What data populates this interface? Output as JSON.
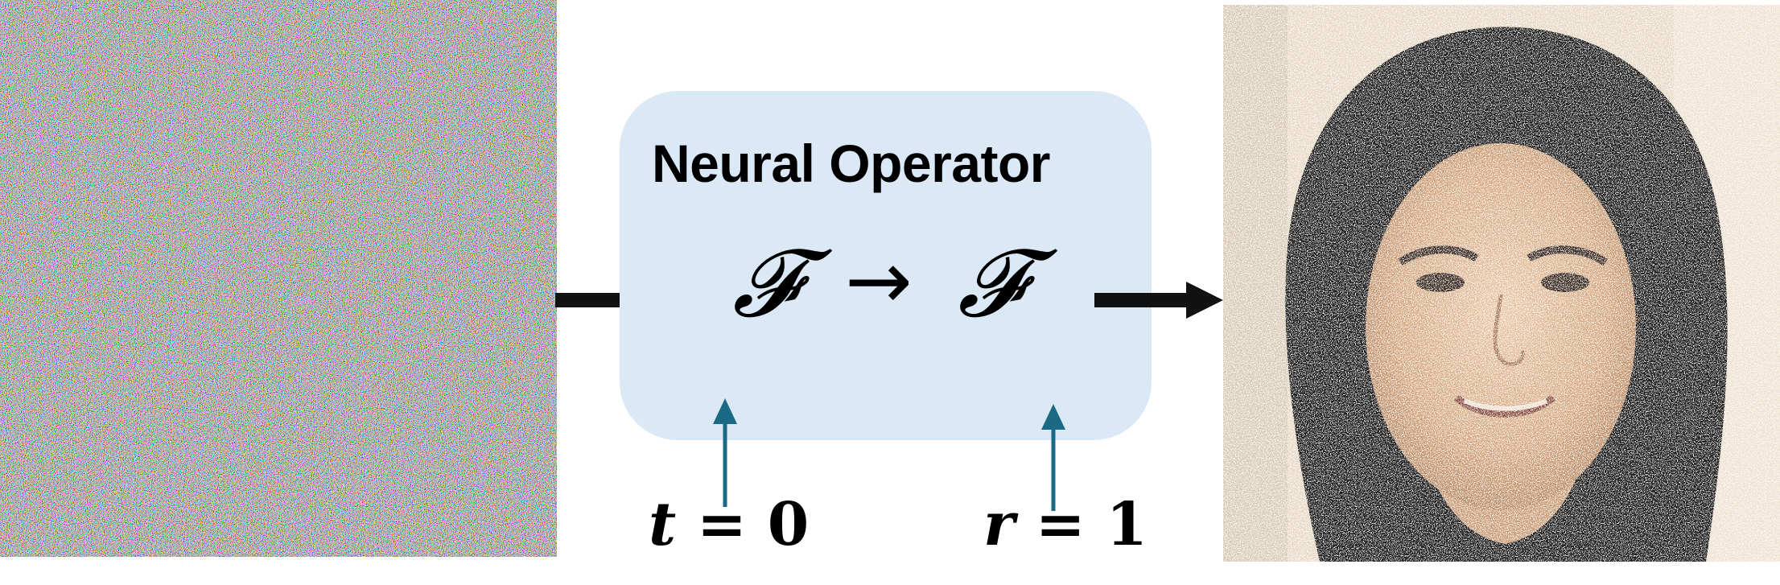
{
  "diagram": {
    "operator_title": "Neural Operator",
    "mapping": {
      "input_space": "𝓕",
      "arrow": "→",
      "output_space": "𝓕"
    },
    "time_param": {
      "variable": "t",
      "equals": " = ",
      "value": "0"
    },
    "resolution_param": {
      "variable": "r",
      "equals": " = ",
      "value": "1"
    },
    "colors": {
      "operator_box": "#dbe8f6",
      "flow_arrow": "#111111",
      "param_arrow": "#1a6a86",
      "text": "#000000"
    },
    "icons": {
      "input_image": "random-noise-image",
      "output_image": "noisy-face-portrait"
    }
  }
}
